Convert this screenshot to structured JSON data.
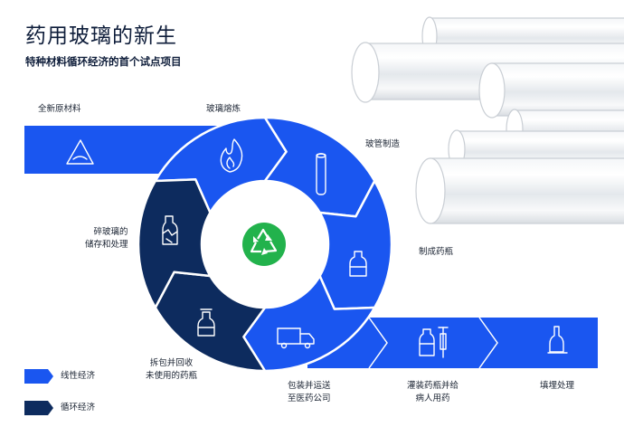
{
  "header": {
    "title": "药用玻璃的新生",
    "subtitle": "特种材料循环经济的首个试点项目"
  },
  "colors": {
    "linear_blue": "#1a56f0",
    "circular_navy": "#0d2b5e",
    "center_green": "#22b24c",
    "background": "#ffffff"
  },
  "steps": {
    "raw_material": "全新原材料",
    "melting": "玻璃熔炼",
    "tube_making": "玻管制造",
    "vial_making": "制成药瓶",
    "packaging_transport": "包装并运送\n至医药公司",
    "filling_patients": "灌装药瓶并给\n病人用药",
    "landfill": "填埋处理",
    "disassemble_recycle": "拆包并回收\n未使用的药瓶",
    "crush_store": "碎玻璃的\n储存和处理"
  },
  "icons": {
    "raw_material": "powder-pile-icon",
    "melting": "flame-icon",
    "tube_making": "glass-tube-icon",
    "vial_making": "vial-icon",
    "packaging_transport": "truck-icon",
    "filling_patients": "vial-and-syringe-icon",
    "landfill": "empty-bottle-icon",
    "disassemble_recycle": "box-vial-icon",
    "crush_store": "broken-vial-icon",
    "center": "recycle-icon",
    "decorative": "glass-tubes-image"
  },
  "legend": {
    "linear": "线性经济",
    "circular": "循环经济"
  }
}
